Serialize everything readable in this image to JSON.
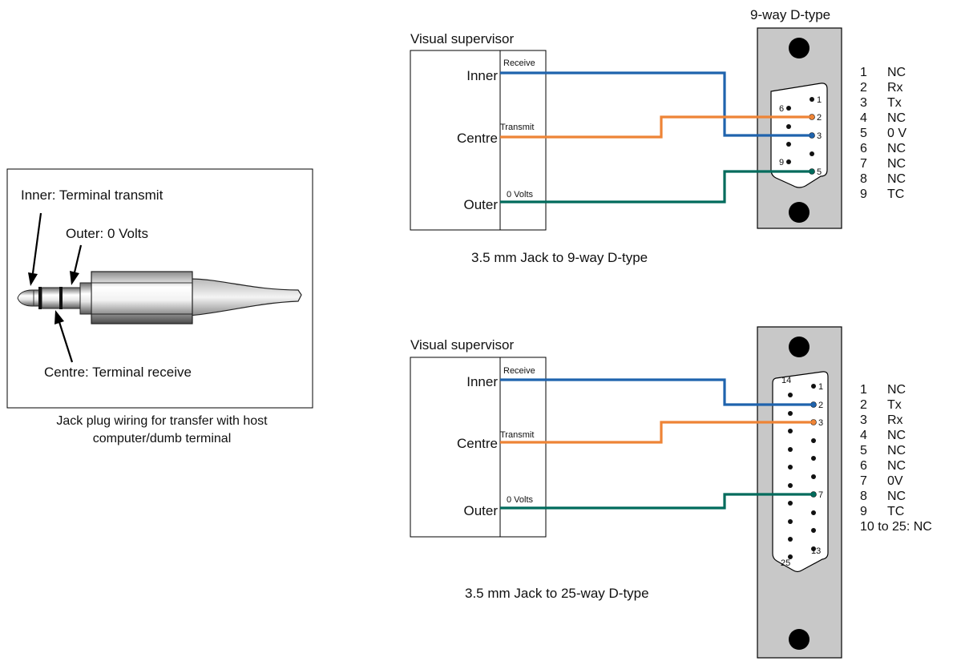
{
  "colors": {
    "receive": "#1f63ad",
    "transmit": "#ee8436",
    "ground": "#006b5c",
    "connector_fill": "#c8c8c8"
  },
  "jack": {
    "inner_label": "Inner: Terminal transmit",
    "outer_label": "Outer: 0 Volts",
    "centre_label": "Centre:  Terminal receive",
    "caption_line1": "Jack plug wiring for transfer with host",
    "caption_line2": "computer/dumb terminal"
  },
  "d9": {
    "header": "9-way D-type",
    "supervisor_title": "Visual supervisor",
    "terminals": {
      "inner": "Inner",
      "centre": "Centre",
      "outer": "Outer"
    },
    "signals": {
      "receive": "Receive",
      "transmit": "Transmit",
      "zero_volts": "0 Volts"
    },
    "caption": "3.5 mm Jack to 9-way D-type",
    "pin_numbers": {
      "p1": "1",
      "p2": "2",
      "p3": "3",
      "p5": "5",
      "p6": "6",
      "p9": "9"
    },
    "pinout": [
      {
        "num": "1",
        "sig": "NC"
      },
      {
        "num": "2",
        "sig": "Rx"
      },
      {
        "num": "3",
        "sig": "Tx"
      },
      {
        "num": "4",
        "sig": "NC"
      },
      {
        "num": "5",
        "sig": "0 V"
      },
      {
        "num": "6",
        "sig": "NC"
      },
      {
        "num": "7",
        "sig": "NC"
      },
      {
        "num": "8",
        "sig": "NC"
      },
      {
        "num": "9",
        "sig": "TC"
      }
    ]
  },
  "d25": {
    "supervisor_title": "Visual supervisor",
    "terminals": {
      "inner": "Inner",
      "centre": "Centre",
      "outer": "Outer"
    },
    "signals": {
      "receive": "Receive",
      "transmit": "Transmit",
      "zero_volts": "0 Volts"
    },
    "caption": "3.5 mm Jack to 25-way D-type",
    "pin_numbers": {
      "p1": "1",
      "p2": "2",
      "p3": "3",
      "p7": "7",
      "p13": "13",
      "p14": "14",
      "p25": "25"
    },
    "pinout": [
      {
        "num": "1",
        "sig": "NC"
      },
      {
        "num": "2",
        "sig": "Tx"
      },
      {
        "num": "3",
        "sig": "Rx"
      },
      {
        "num": "4",
        "sig": "NC"
      },
      {
        "num": "5",
        "sig": "NC"
      },
      {
        "num": "6",
        "sig": "NC"
      },
      {
        "num": "7",
        "sig": "0V"
      },
      {
        "num": "8",
        "sig": "NC"
      },
      {
        "num": "9",
        "sig": "TC"
      }
    ],
    "pinout_extra": "10 to 25: NC"
  }
}
